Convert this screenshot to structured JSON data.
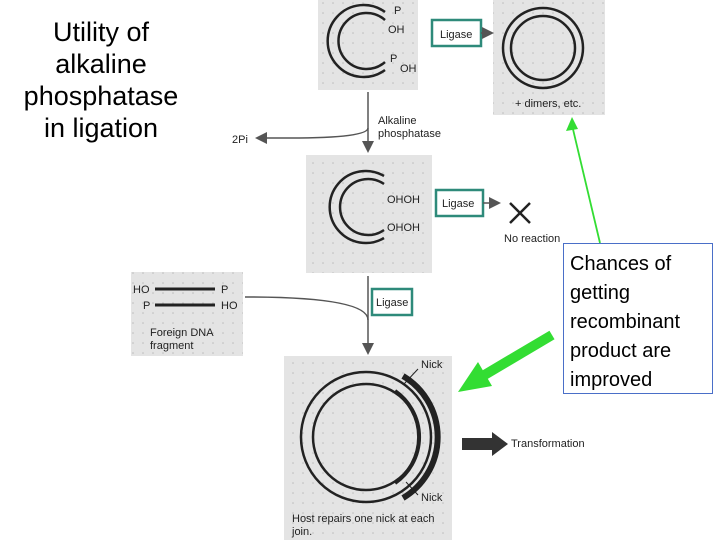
{
  "title": "Utility of\nalkaline\nphosphatase\nin ligation",
  "callout": "Chances of\ngetting\nrecombinant\nproduct are\nimproved",
  "diagram": {
    "p_top": "P",
    "oh_top": "OH",
    "p_bottom": "P",
    "oh_bottom": "OH",
    "ligase_1": "Ligase",
    "ligase_2": "Ligase",
    "ligase_3": "Ligase",
    "dimers": "+ dimers, etc.",
    "alkaline_1": "Alkaline",
    "alkaline_2": "phosphatase",
    "two_pi": "2Pi",
    "ohoh_top": "OHOH",
    "ohoh_bottom": "OHOH",
    "no_reaction": "No reaction",
    "ho_left": "HO",
    "p_right": "P",
    "p_left": "P",
    "ho_right": "HO",
    "foreign_1": "Foreign DNA",
    "foreign_2": "fragment",
    "nick_top": "Nick",
    "nick_bottom": "Nick",
    "transformation": "Transformation",
    "host_1": "Host repairs one nick at each",
    "host_2": "join."
  },
  "colors": {
    "ligase_border": "#2e8a7a",
    "green_arrow": "#33dd33",
    "callout_border": "#4a6fc8",
    "panel_bg": "#e6e6e6"
  }
}
